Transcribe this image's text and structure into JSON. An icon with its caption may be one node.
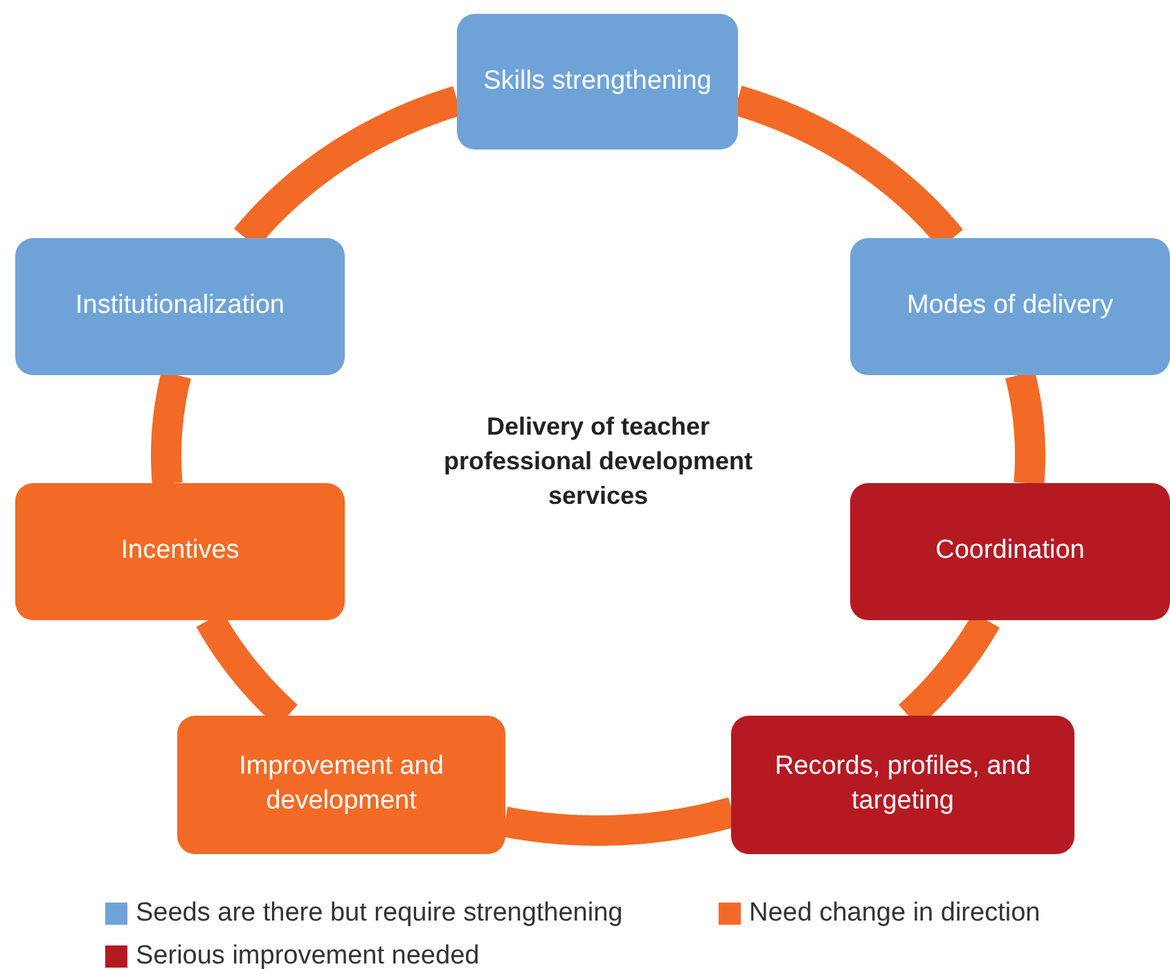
{
  "diagram": {
    "nodes": [
      {
        "text": [
          "Skills strengthening"
        ]
      },
      {
        "text": [
          "Institutionalization"
        ]
      },
      {
        "text": [
          "Modes of delivery"
        ]
      },
      {
        "text": [
          "Incentives"
        ]
      },
      {
        "text": [
          "Coordination"
        ]
      },
      {
        "text": [
          "Improvement and development"
        ]
      },
      {
        "text": [
          "Records, profiles, and targeting"
        ]
      }
    ],
    "edges": [
      {
        "from": 0,
        "to": 2,
        "arrow": "none"
      },
      {
        "from": 2,
        "to": 4,
        "arrow": "none"
      },
      {
        "from": 4,
        "to": 6,
        "arrow": "none"
      },
      {
        "from": 6,
        "to": 5,
        "arrow": "none"
      },
      {
        "from": 5,
        "to": 3,
        "arrow": "none"
      },
      {
        "from": 3,
        "to": 1,
        "arrow": "none"
      },
      {
        "from": 1,
        "to": 0,
        "arrow": "none"
      }
    ],
    "labels": [
      "Delivery of teacher professional development services"
    ],
    "legend": [
      {
        "text": "Seeds are there but require strengthening",
        "color": "#6fa3d8"
      },
      {
        "text": "Need change in direction",
        "color": "#f26a25"
      },
      {
        "text": "Serious improvement needed",
        "color": "#b51a23"
      }
    ]
  }
}
